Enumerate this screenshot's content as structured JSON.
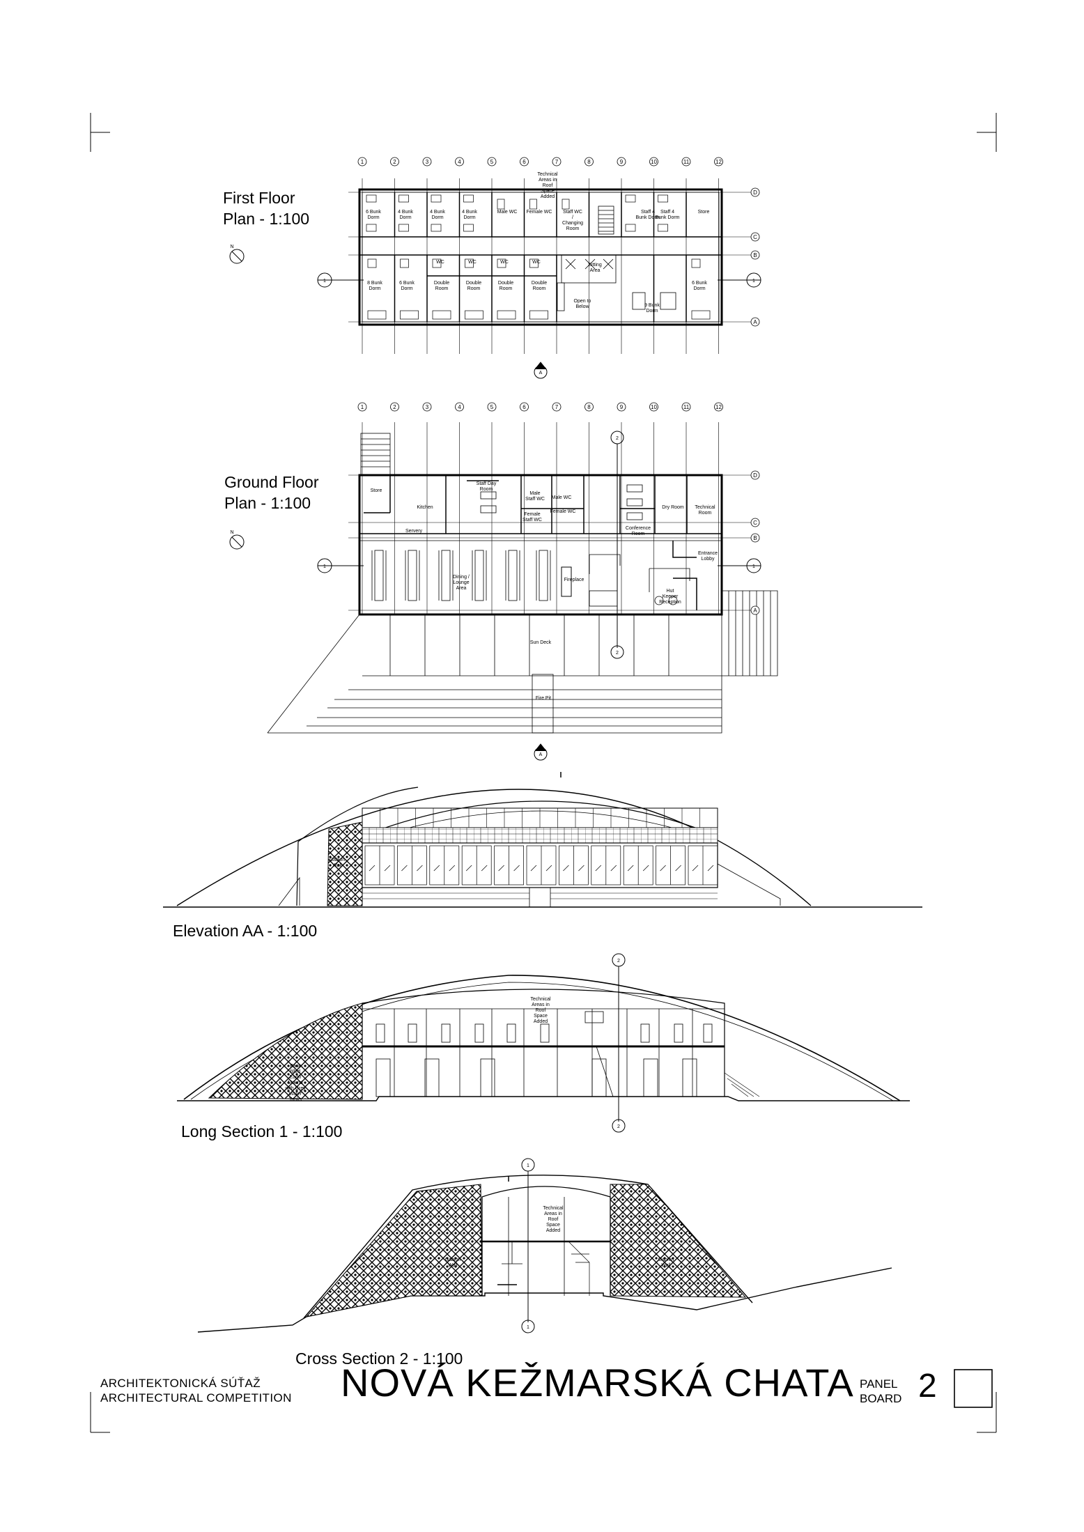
{
  "sheet": {
    "competition_sk": "ARCHITEKTONICKÁ SÚŤAŽ",
    "competition_en": "ARCHITECTURAL COMPETITION",
    "title": "NOVÁ KEŽMARSKÁ CHATA",
    "panel_label_1": "PANEL",
    "panel_label_2": "BOARD",
    "panel_number": "2"
  },
  "drawings": {
    "first_floor": {
      "title_1": "First Floor",
      "title_2": "Plan - 1:100"
    },
    "ground_floor": {
      "title_1": "Ground Floor",
      "title_2": "Plan - 1:100"
    },
    "elevation": {
      "title": "Elevation AA - 1:100"
    },
    "long_section": {
      "title": "Long Section 1 - 1:100"
    },
    "cross_section": {
      "title": "Cross Section 2 - 1:100"
    }
  },
  "grid_columns": [
    "1",
    "2",
    "3",
    "4",
    "5",
    "6",
    "7",
    "8",
    "9",
    "10",
    "11",
    "12"
  ],
  "grid_rows": [
    "D",
    "C",
    "B",
    "A"
  ],
  "first_floor_rooms": {
    "r1": "6 Bunk Dorm",
    "r2": "4 Bunk Dorm",
    "r3": "4 Bunk Dorm",
    "r4": "4 Bunk Dorm",
    "r5": "Male WC",
    "r6": "Female WC",
    "r7": "Staff WC / Changing Room",
    "r8": "Staff 4 Bunk Dorm",
    "r9": "Staff 4 Bunk Dorm",
    "r10": "Store",
    "r11": "8 Bunk Dorm",
    "r12": "6 Bunk Dorm",
    "r13": "Double Room",
    "r14": "Double Room",
    "r15": "Double Room",
    "r16": "Double Room",
    "r17": "Sitting Area",
    "r18": "Open to Below",
    "r19": "9 Bunk Dorm",
    "r20": "6 Bunk Dorm",
    "wc": "WC",
    "note": "Technical Areas in Roof Space Added"
  },
  "ground_floor_rooms": {
    "store": "Store",
    "kitchen": "Kitchen",
    "staff_day": "Staff Day Room",
    "male_staff_wc": "Male Staff WC",
    "male_wc": "Male WC",
    "female_staff_wc": "Female Staff WC",
    "female_wc": "Female WC",
    "dry": "Dry Room",
    "technical": "Technical Room",
    "servery": "Servery",
    "conference": "Conference Room",
    "entrance": "Entrance Lobby",
    "dining": "Dining / Lounge Area",
    "fireplace": "Fireplace",
    "reception": "Hut Keeper Reception",
    "sun_deck": "Sun Deck",
    "fire_pit": "Fire Pit"
  },
  "section_notes": {
    "gabion": "Gabion Wall",
    "mound": "Back filled Earth Mound with Grey Water Tanks",
    "tech": "Technical Areas in Roof Space Added"
  },
  "markers": {
    "a": "A",
    "one": "1",
    "two": "2",
    "north": "N"
  }
}
